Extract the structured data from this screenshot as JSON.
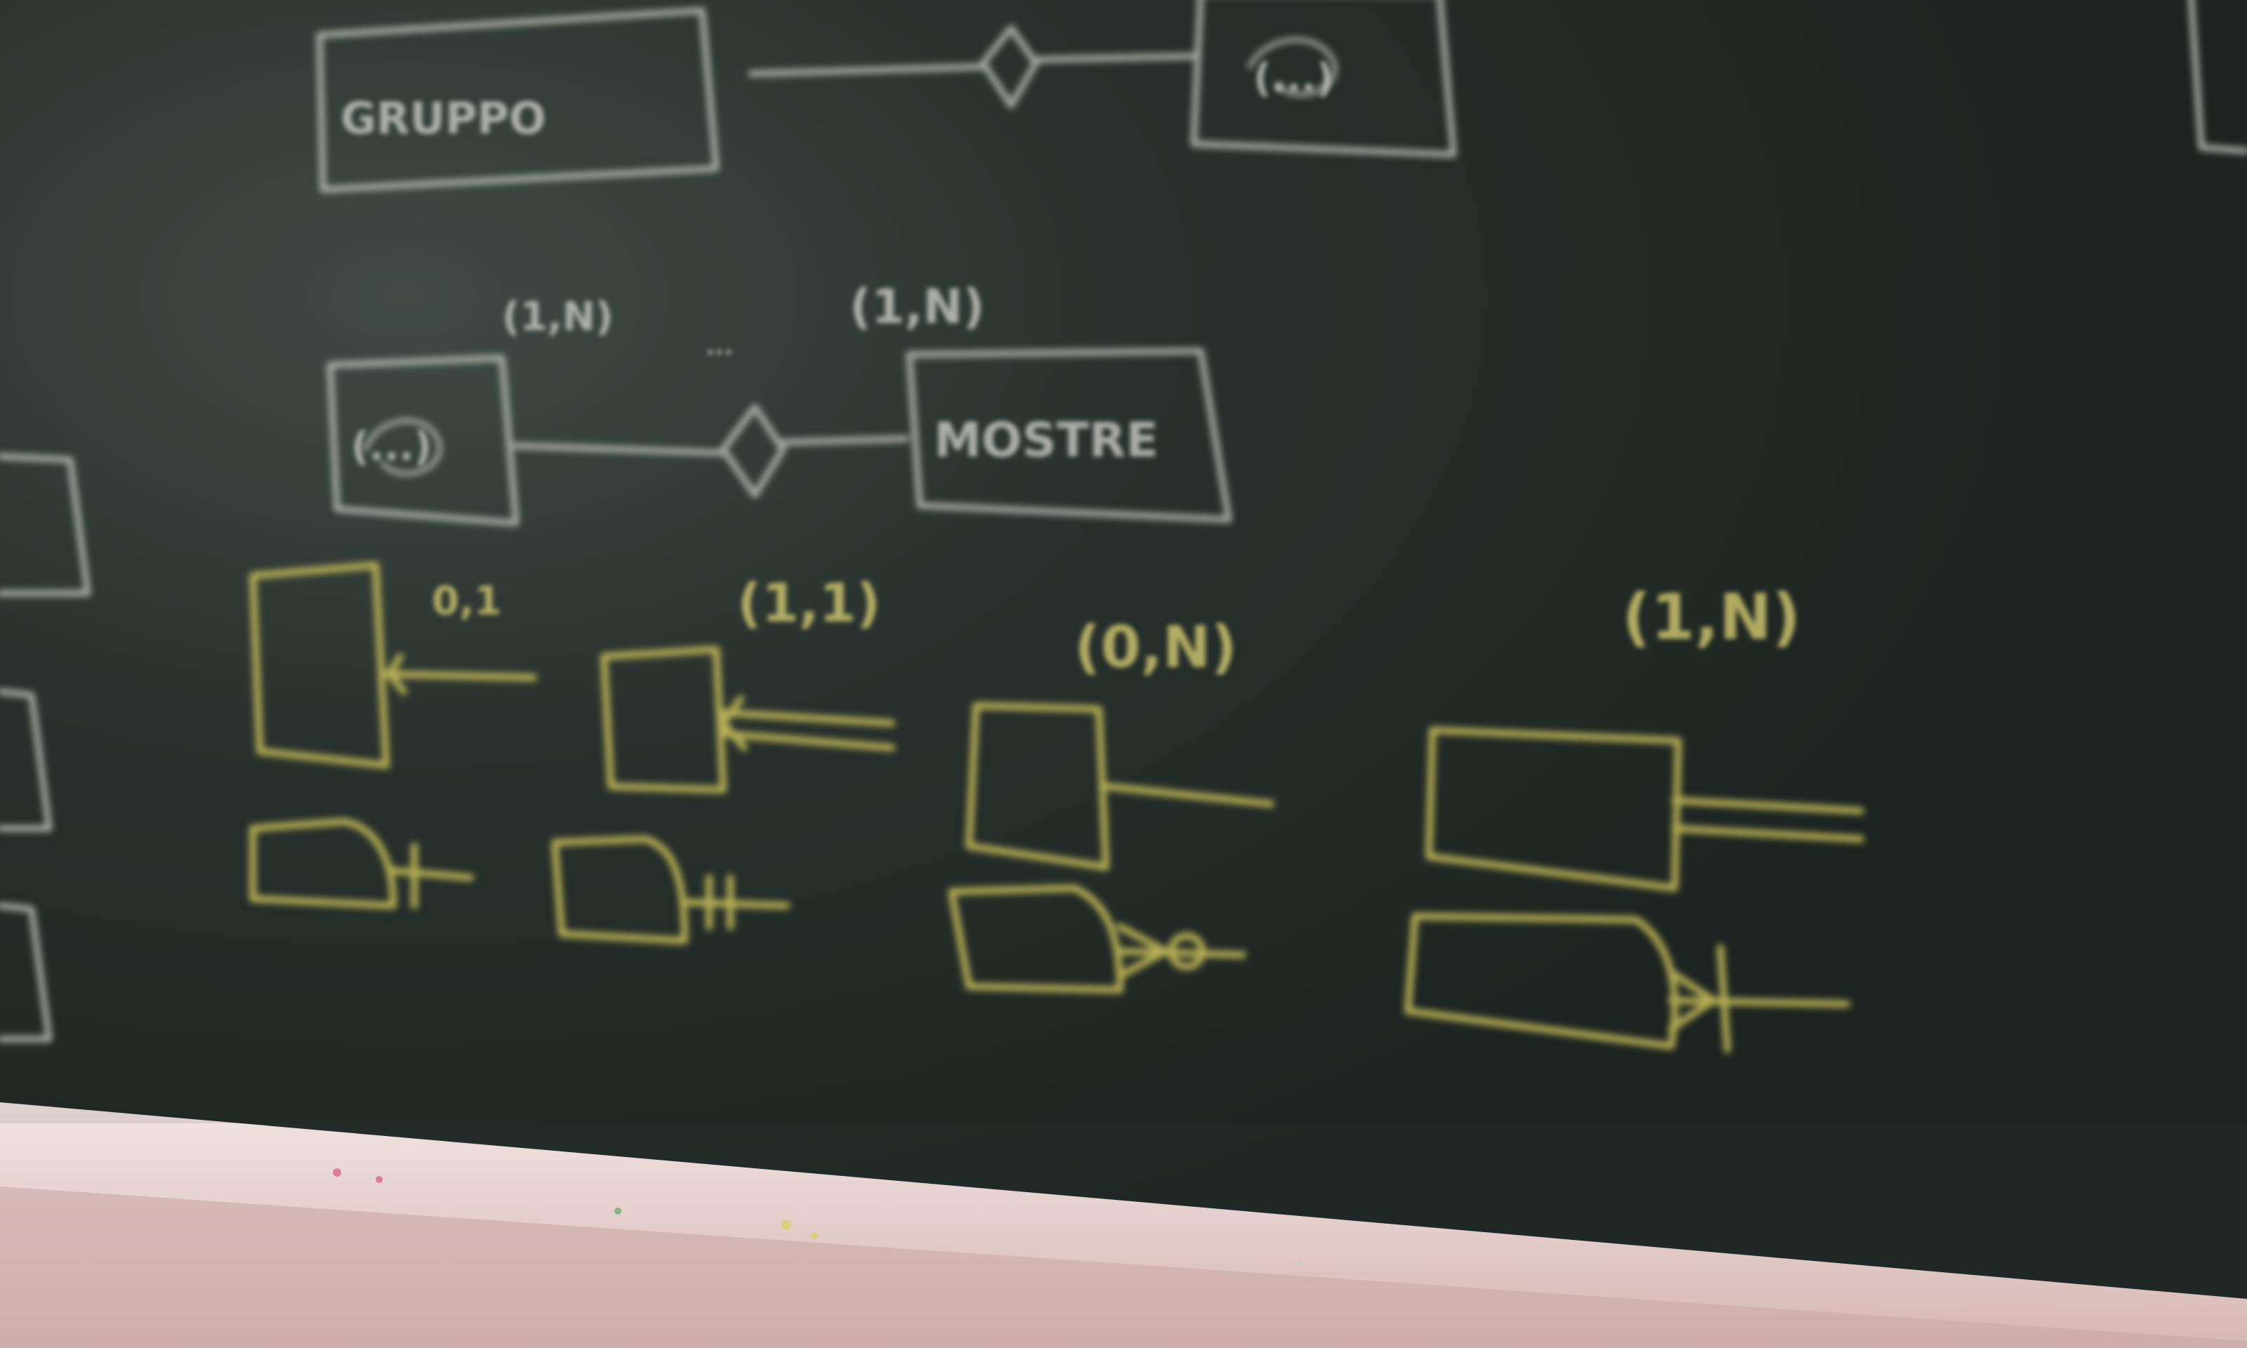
{
  "board": {
    "surface_color": "#27322d",
    "surface_highlight": "#3a4641",
    "chalk_white": "#cfd3cb",
    "chalk_yellow": "#d9cf62",
    "tray_color": "#e8d8d6",
    "wall_color": "#d7b8b4"
  },
  "er_diagram": {
    "entity_top_left": "GRUPPO",
    "entity_top_right": "(...)",
    "entity_mid_left": "(...)",
    "entity_mid_right": "MOSTRE",
    "mid_card_left": "(1,N)",
    "mid_card_right": "(1,N)",
    "mid_rel_label": "..."
  },
  "notation_legend": {
    "labels": [
      "0,1",
      "(1,1)",
      "(0,N)",
      "(1,N)"
    ]
  }
}
